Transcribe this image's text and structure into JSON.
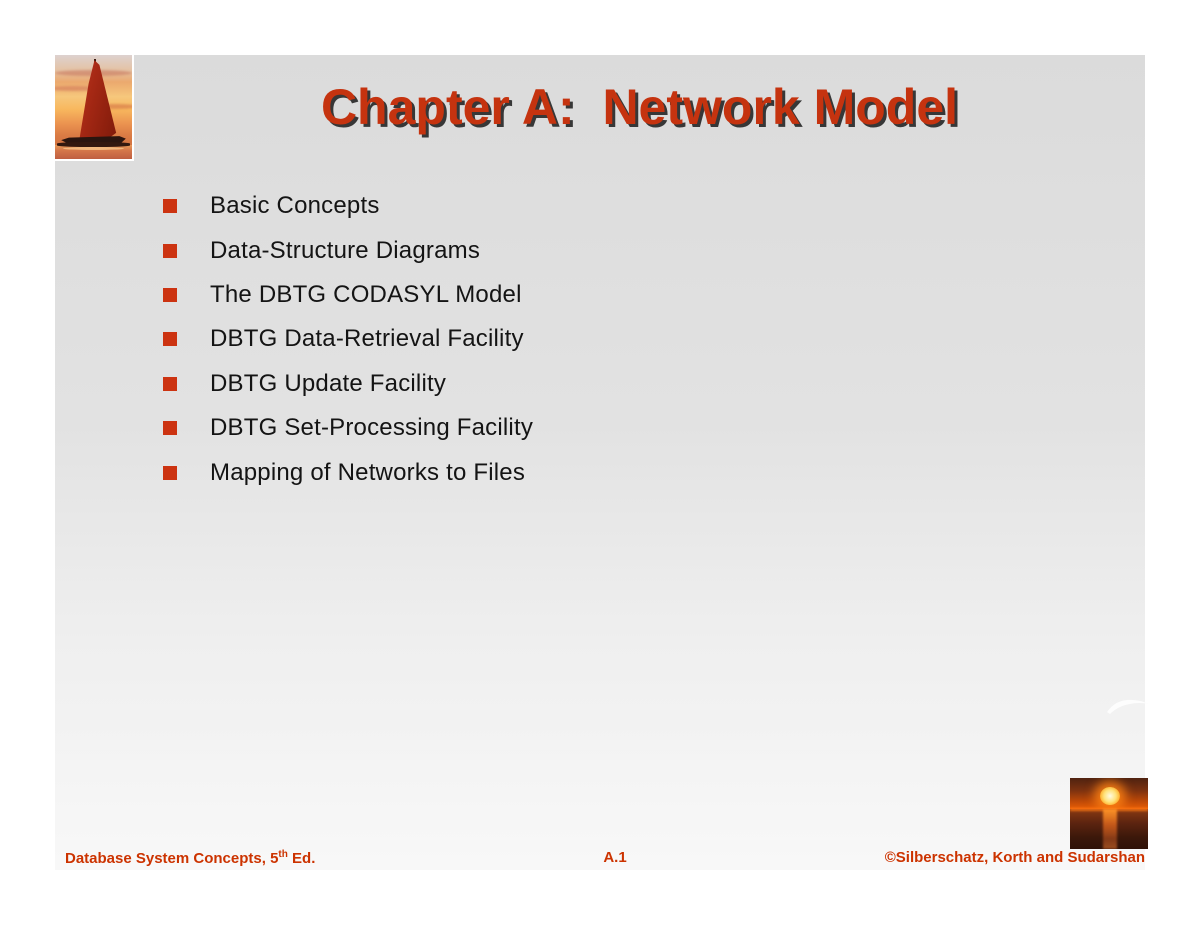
{
  "slide": {
    "title": "Chapter A:  Network Model",
    "bullets": [
      "Basic Concepts",
      "Data-Structure Diagrams",
      "The DBTG CODASYL Model",
      "DBTG Data-Retrieval Facility",
      "DBTG Update Facility",
      "DBTG Set-Processing Facility",
      "Mapping of Networks to Files"
    ]
  },
  "footer": {
    "left_prefix": "Database System Concepts, 5",
    "left_superscript": "th",
    "left_suffix": " Ed.",
    "page_number": "A.1",
    "copyright": "©Silberschatz, Korth and Sudarshan"
  },
  "images": {
    "top_left": "sailboat-sunset-photo",
    "bottom_right": "ocean-sunset-photo",
    "decoration": "white-wave-swoosh"
  },
  "colors": {
    "title": "#c5330f",
    "bullet_square": "#cc3311",
    "footer_text": "#cc3300",
    "body_text": "#141414",
    "slide_bg_top": "#dbdbdb",
    "slide_bg_bottom": "#f8f8f8"
  }
}
